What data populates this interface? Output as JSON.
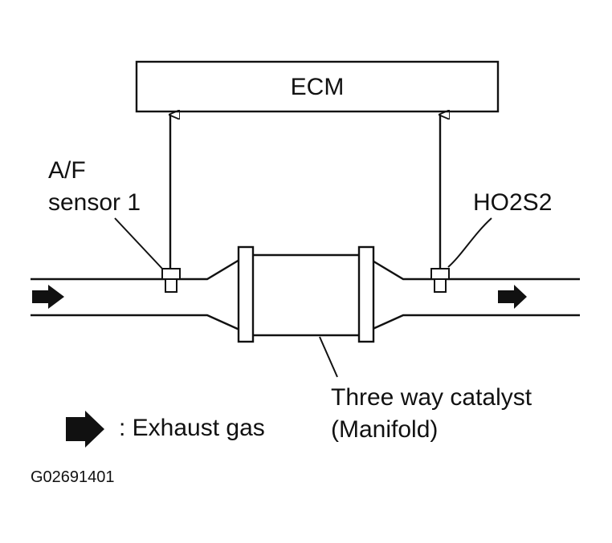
{
  "ecm": {
    "label": "ECM"
  },
  "sensors": {
    "upstream": {
      "line1": "A/F",
      "line2": "sensor 1"
    },
    "downstream": {
      "label": "HO2S2"
    }
  },
  "catalyst": {
    "line1": "Three way catalyst",
    "line2": "(Manifold)"
  },
  "legend": {
    "label": ": Exhaust gas",
    "icon": "flow-arrow-icon"
  },
  "figure_code": "G02691401",
  "colors": {
    "ink": "#111111",
    "background": "#ffffff"
  }
}
